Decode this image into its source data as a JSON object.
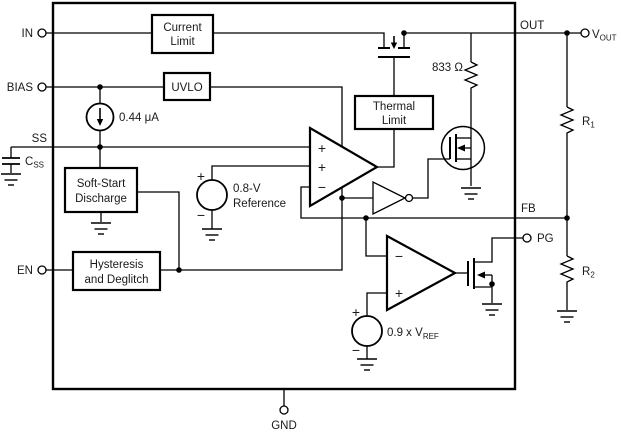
{
  "colors": {
    "line": "#000000",
    "text": "#1a1a1a",
    "background": "#ffffff"
  },
  "pins": {
    "in": "IN",
    "bias": "BIAS",
    "ss": "SS",
    "en": "EN",
    "out": "OUT",
    "fb": "FB",
    "pg": "PG",
    "gnd": "GND",
    "vout": {
      "main": "V",
      "sub": "OUT"
    }
  },
  "blocks": {
    "current_limit": {
      "line1": "Current",
      "line2": "Limit"
    },
    "uvlo": "UVLO",
    "thermal_limit": {
      "line1": "Thermal",
      "line2": "Limit"
    },
    "soft_start_discharge": {
      "line1": "Soft-Start",
      "line2": "Discharge"
    },
    "hysteresis_deglitch": {
      "line1": "Hysteresis",
      "line2": "and Deglitch"
    }
  },
  "components": {
    "bias_current": "0.44 μA",
    "discharge_resistor": "833 Ω",
    "reference_0v8": {
      "line1": "0.8-V",
      "line2": "Reference"
    },
    "pg_threshold": {
      "main": "0.9 x V",
      "sub": "REF"
    },
    "r1": {
      "main": "R",
      "sub": "1"
    },
    "r2": {
      "main": "R",
      "sub": "2"
    },
    "css": {
      "main": "C",
      "sub": "SS"
    }
  },
  "symbols": {
    "plus": "+",
    "minus": "−"
  }
}
